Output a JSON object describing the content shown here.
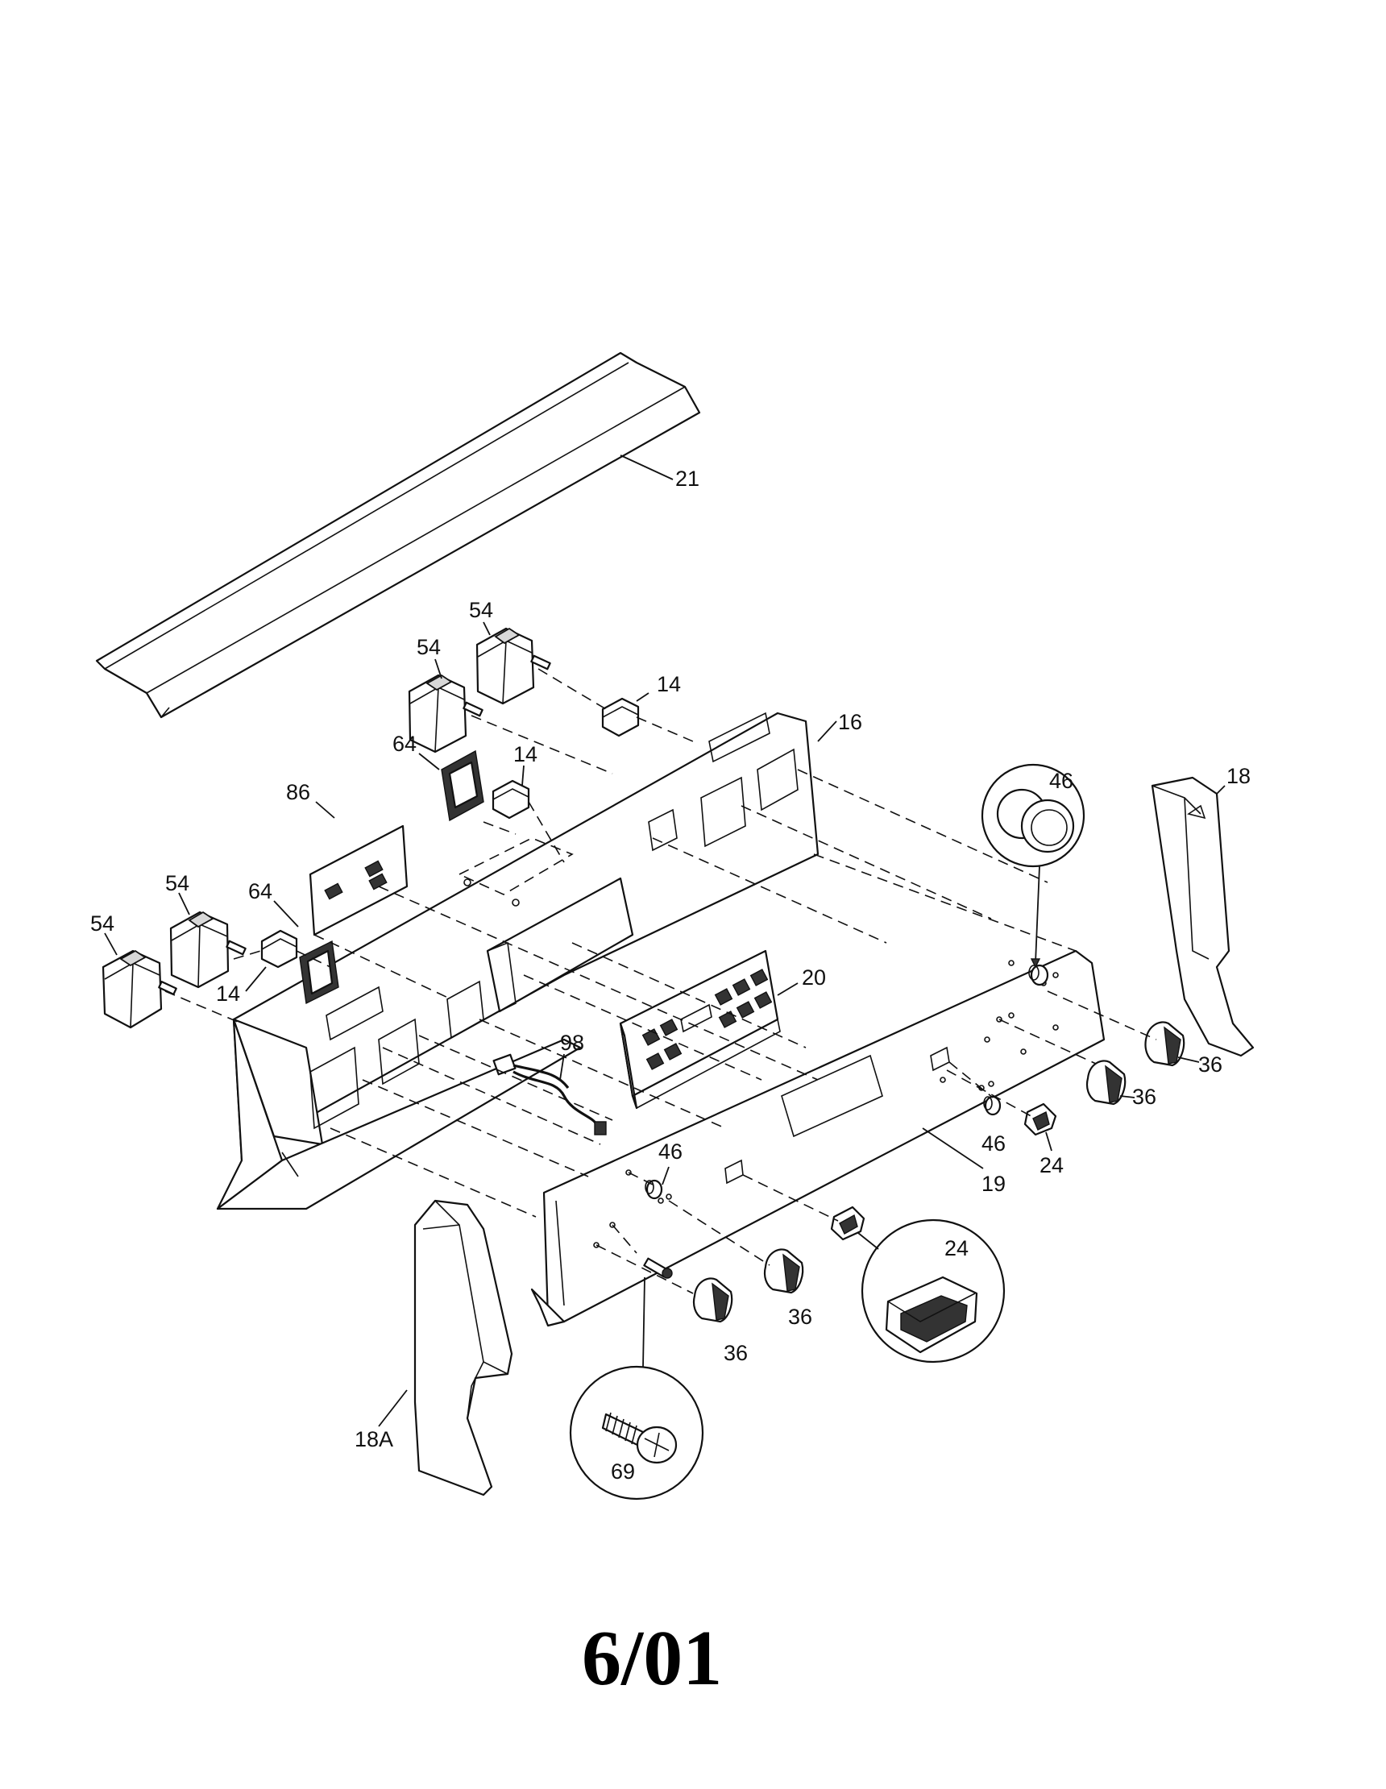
{
  "diagram": {
    "date_stamp": "6/01",
    "callouts": {
      "p21": "21",
      "p16": "16",
      "p18": "18",
      "p18a": "18A",
      "p19": "19",
      "p20": "20",
      "p98": "98",
      "p86": "86",
      "p69": "69",
      "p54_a": "54",
      "p54_b": "54",
      "p54_c": "54",
      "p54_d": "54",
      "p14_a": "14",
      "p14_b": "14",
      "p14_c": "14",
      "p64_a": "64",
      "p64_b": "64",
      "p46_a": "46",
      "p46_b": "46",
      "p46_c": "46",
      "p36_a": "36",
      "p36_b": "36",
      "p36_c": "36",
      "p36_d": "36",
      "p24_a": "24",
      "p24_b": "24"
    }
  }
}
